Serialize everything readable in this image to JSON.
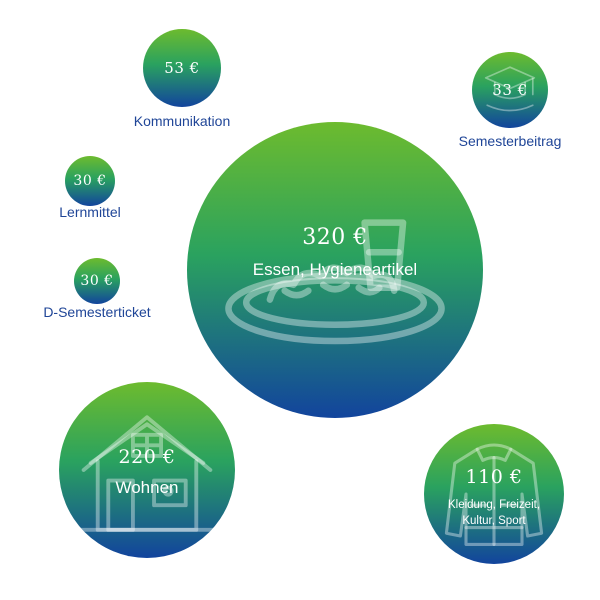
{
  "chart_data": {
    "type": "bubble",
    "unit": "€",
    "items": [
      {
        "id": "essen",
        "label": "Essen, Hygieneartikel",
        "value": 320,
        "amount_text": "320 €",
        "label_position": "inside",
        "icon": "plate-and-glass-icon"
      },
      {
        "id": "wohnen",
        "label": "Wohnen",
        "value": 220,
        "amount_text": "220 €",
        "label_position": "inside",
        "icon": "house-icon"
      },
      {
        "id": "kleidung",
        "label": "Kleidung, Freizeit, Kultur, Sport",
        "value": 110,
        "amount_text": "110 €",
        "label_position": "inside",
        "icon": "jacket-icon"
      },
      {
        "id": "kommunikation",
        "label": "Kommunikation",
        "value": 53,
        "amount_text": "53 €",
        "label_position": "below",
        "icon": ""
      },
      {
        "id": "semesterbeitrag",
        "label": "Semesterbeitrag",
        "value": 33,
        "amount_text": "33 €",
        "label_position": "below",
        "icon": "graduation-cap-icon"
      },
      {
        "id": "lernmittel",
        "label": "Lernmittel",
        "value": 30,
        "amount_text": "30 €",
        "label_position": "below",
        "icon": ""
      },
      {
        "id": "dsemesterticket",
        "label": "D-Semesterticket",
        "value": 30,
        "amount_text": "30 €",
        "label_position": "below",
        "icon": ""
      }
    ]
  },
  "colors": {
    "gradient_top": "#6dbb2e",
    "gradient_mid": "#2aa25f",
    "gradient_bottom": "#12449d",
    "label_text": "#1f4597",
    "inner_text": "#ffffff"
  }
}
